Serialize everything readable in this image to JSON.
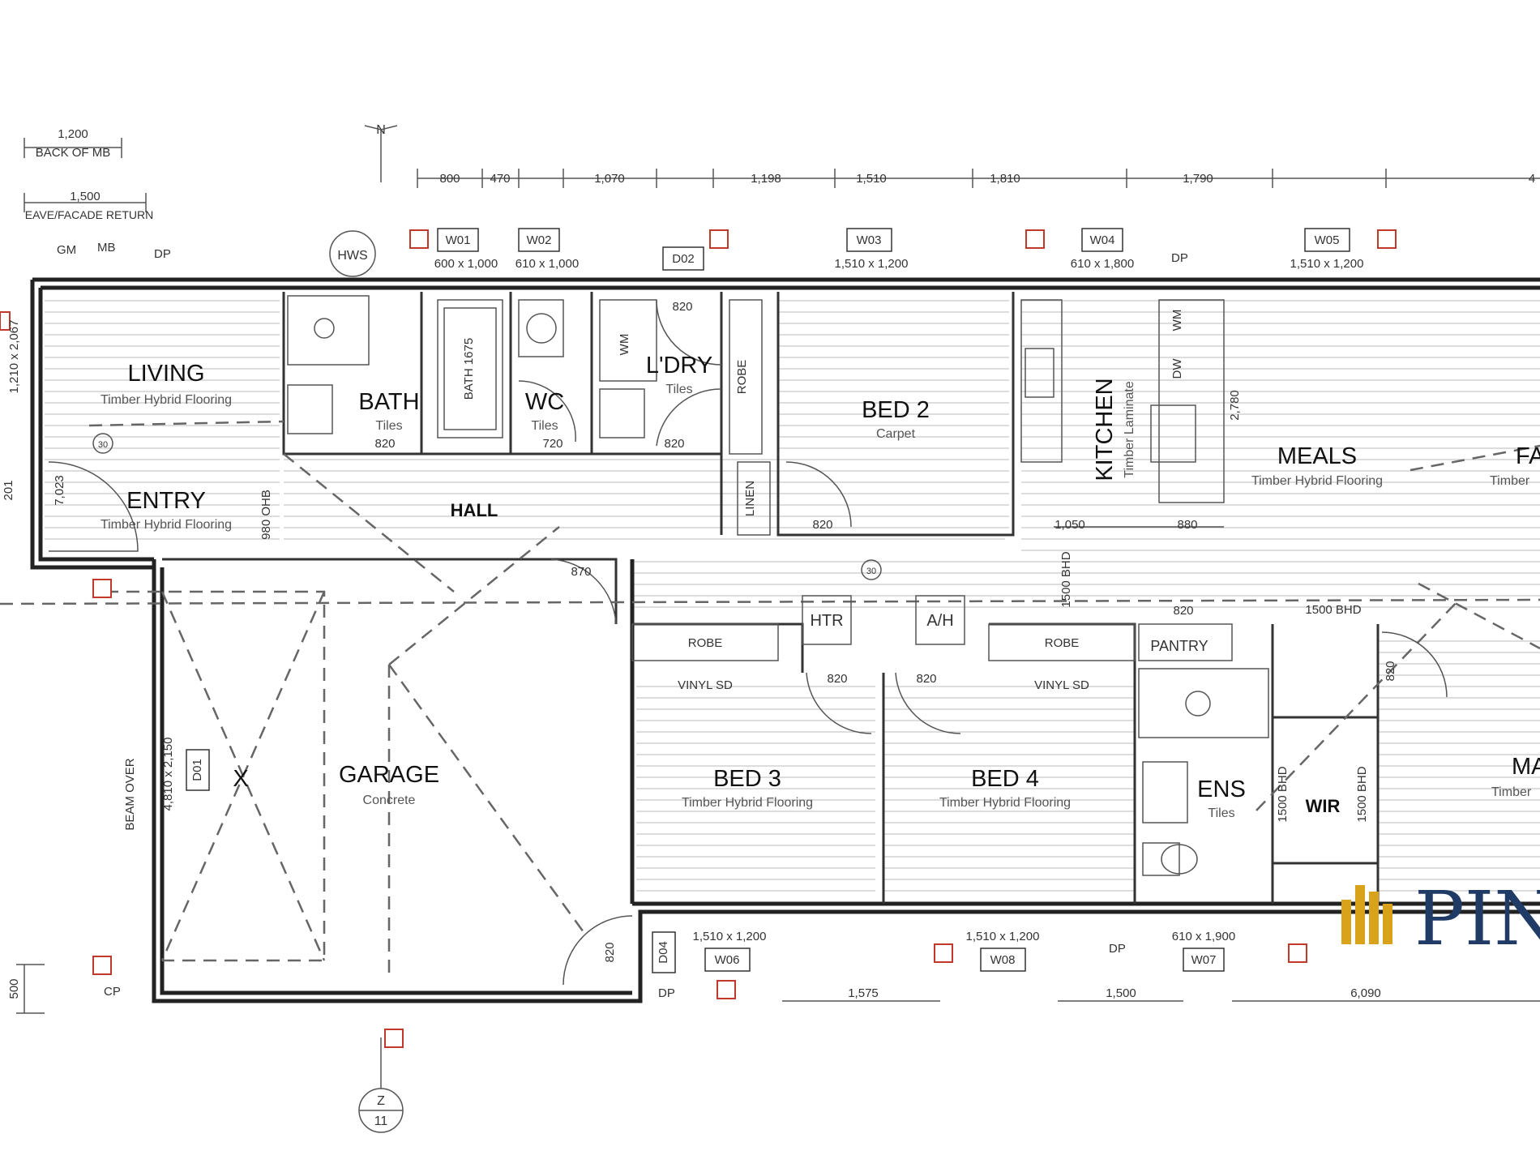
{
  "rooms": {
    "living": {
      "name": "LIVING",
      "floor": "Timber Hybrid Flooring"
    },
    "entry": {
      "name": "ENTRY",
      "floor": "Timber Hybrid Flooring"
    },
    "bath": {
      "name": "BATH",
      "floor": "Tiles"
    },
    "wc": {
      "name": "WC",
      "floor": "Tiles"
    },
    "ldry": {
      "name": "L'DRY",
      "floor": "Tiles"
    },
    "bed2": {
      "name": "BED 2",
      "floor": "Carpet"
    },
    "kitchen": {
      "name": "KITCHEN",
      "floor": "Timber Laminate"
    },
    "meals": {
      "name": "MEALS",
      "floor": "Timber Hybrid Flooring"
    },
    "hall": {
      "name": "HALL"
    },
    "garage": {
      "name": "GARAGE",
      "floor": "Concrete"
    },
    "bed3": {
      "name": "BED 3",
      "floor": "Timber Hybrid Flooring"
    },
    "bed4": {
      "name": "BED 4",
      "floor": "Timber Hybrid Flooring"
    },
    "ens": {
      "name": "ENS",
      "floor": "Tiles"
    },
    "wir": {
      "name": "WIR"
    },
    "pantry": {
      "name": "PANTRY"
    },
    "master_partial": {
      "name": "MA",
      "floor": "Timber"
    },
    "family_partial": {
      "name": "FA",
      "floor": "Timber"
    }
  },
  "fixtures": {
    "hws": "HWS",
    "htr": "HTR",
    "ah": "A/H",
    "linen": "LINEN",
    "robe": "ROBE",
    "wm": "WM",
    "dw": "DW",
    "bath_size": "BATH 1675",
    "vinyl_sd": "VINYL SD",
    "x_mark": "X",
    "beam_over": "BEAM OVER",
    "garage_door": "4,810 x 2,150",
    "dp": "DP",
    "gm": "GM",
    "mb": "MB",
    "cp": "CP"
  },
  "windows": {
    "w01": {
      "tag": "W01",
      "size": "600 x 1,000"
    },
    "w02": {
      "tag": "W02",
      "size": "610 x 1,000"
    },
    "d02": {
      "tag": "D02"
    },
    "w03": {
      "tag": "W03",
      "size": "1,510 x 1,200"
    },
    "w04": {
      "tag": "W04",
      "size": "610 x 1,800"
    },
    "w05": {
      "tag": "W05",
      "size": "1,510 x 1,200"
    },
    "w06": {
      "tag": "W06",
      "size": "1,510 x 1,200"
    },
    "w08": {
      "tag": "W08",
      "size": "1,510 x 1,200"
    },
    "w07": {
      "tag": "W07",
      "size": "610 x 1,900"
    },
    "d04": {
      "tag": "D04"
    },
    "d01": {
      "tag": "D01"
    }
  },
  "dimensions": {
    "back_of_mb": "1,200",
    "back_of_mb_label": "BACK OF MB",
    "eave": "1,500",
    "eave_label": "EAVE/FACADE RETURN",
    "top": [
      "800",
      "470",
      "1,070",
      "1,198",
      "1,510",
      "1,810",
      "1,790",
      "4"
    ],
    "bottom": [
      "1,575",
      "1,500",
      "6,090"
    ],
    "door_820": "820",
    "door_720": "720",
    "door_870": "870",
    "hall_w": "980 OHB",
    "dim_7023": "7,023",
    "dim_1050": "1,050",
    "dim_880": "880",
    "dim_2780": "2,780",
    "dim_1210": "1,210 x 2,067",
    "dim_201": "201",
    "dim_500": "500",
    "bhd": "1500 BHD",
    "bhd_v": "1500 BHD",
    "d30": "30"
  },
  "section": {
    "top": "Z",
    "bottom": "11"
  },
  "north": "N",
  "logo": {
    "text": "PIN",
    "color": "#1f3b66",
    "accent": "#d9a21b"
  }
}
